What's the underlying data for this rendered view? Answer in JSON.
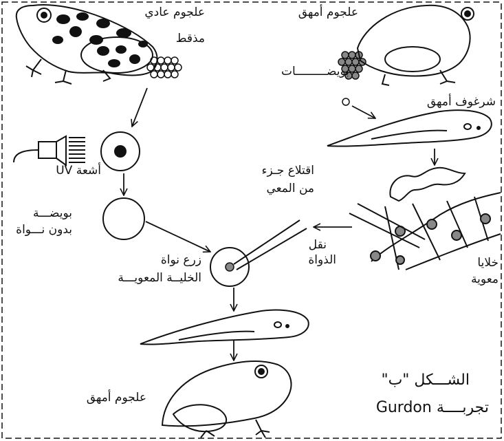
{
  "labels": {
    "normal_frog_line1": "علجوم عادي",
    "normal_frog_line2": "مذقط",
    "albino_frog": "علجوم أمهق",
    "eggs": "بويضـــــــــات",
    "albino_tadpole": "شرغوف أمهق",
    "uv_rays": "أشعة UV",
    "intestine_line1": "اقتلاع جـزء",
    "intestine_line2": "من المعي",
    "egg_no_nucleus_line1": "بويضـــة",
    "egg_no_nucleus_line2": "بدون نـــواة",
    "nucleus_transfer_line1": "نقل",
    "nucleus_transfer_line2": "الذواة",
    "nucleus_graft_line1": "زرع نواة",
    "nucleus_graft_line2": "الخليــة المعويـــة",
    "intestinal_cells_line1": "خلايا",
    "intestinal_cells_line2": "معوية",
    "result_frog": "علجوم أمهق",
    "figure_caption": "الشـــكل \"ب\"",
    "experiment_title": "تجربــــة Gurdon"
  }
}
